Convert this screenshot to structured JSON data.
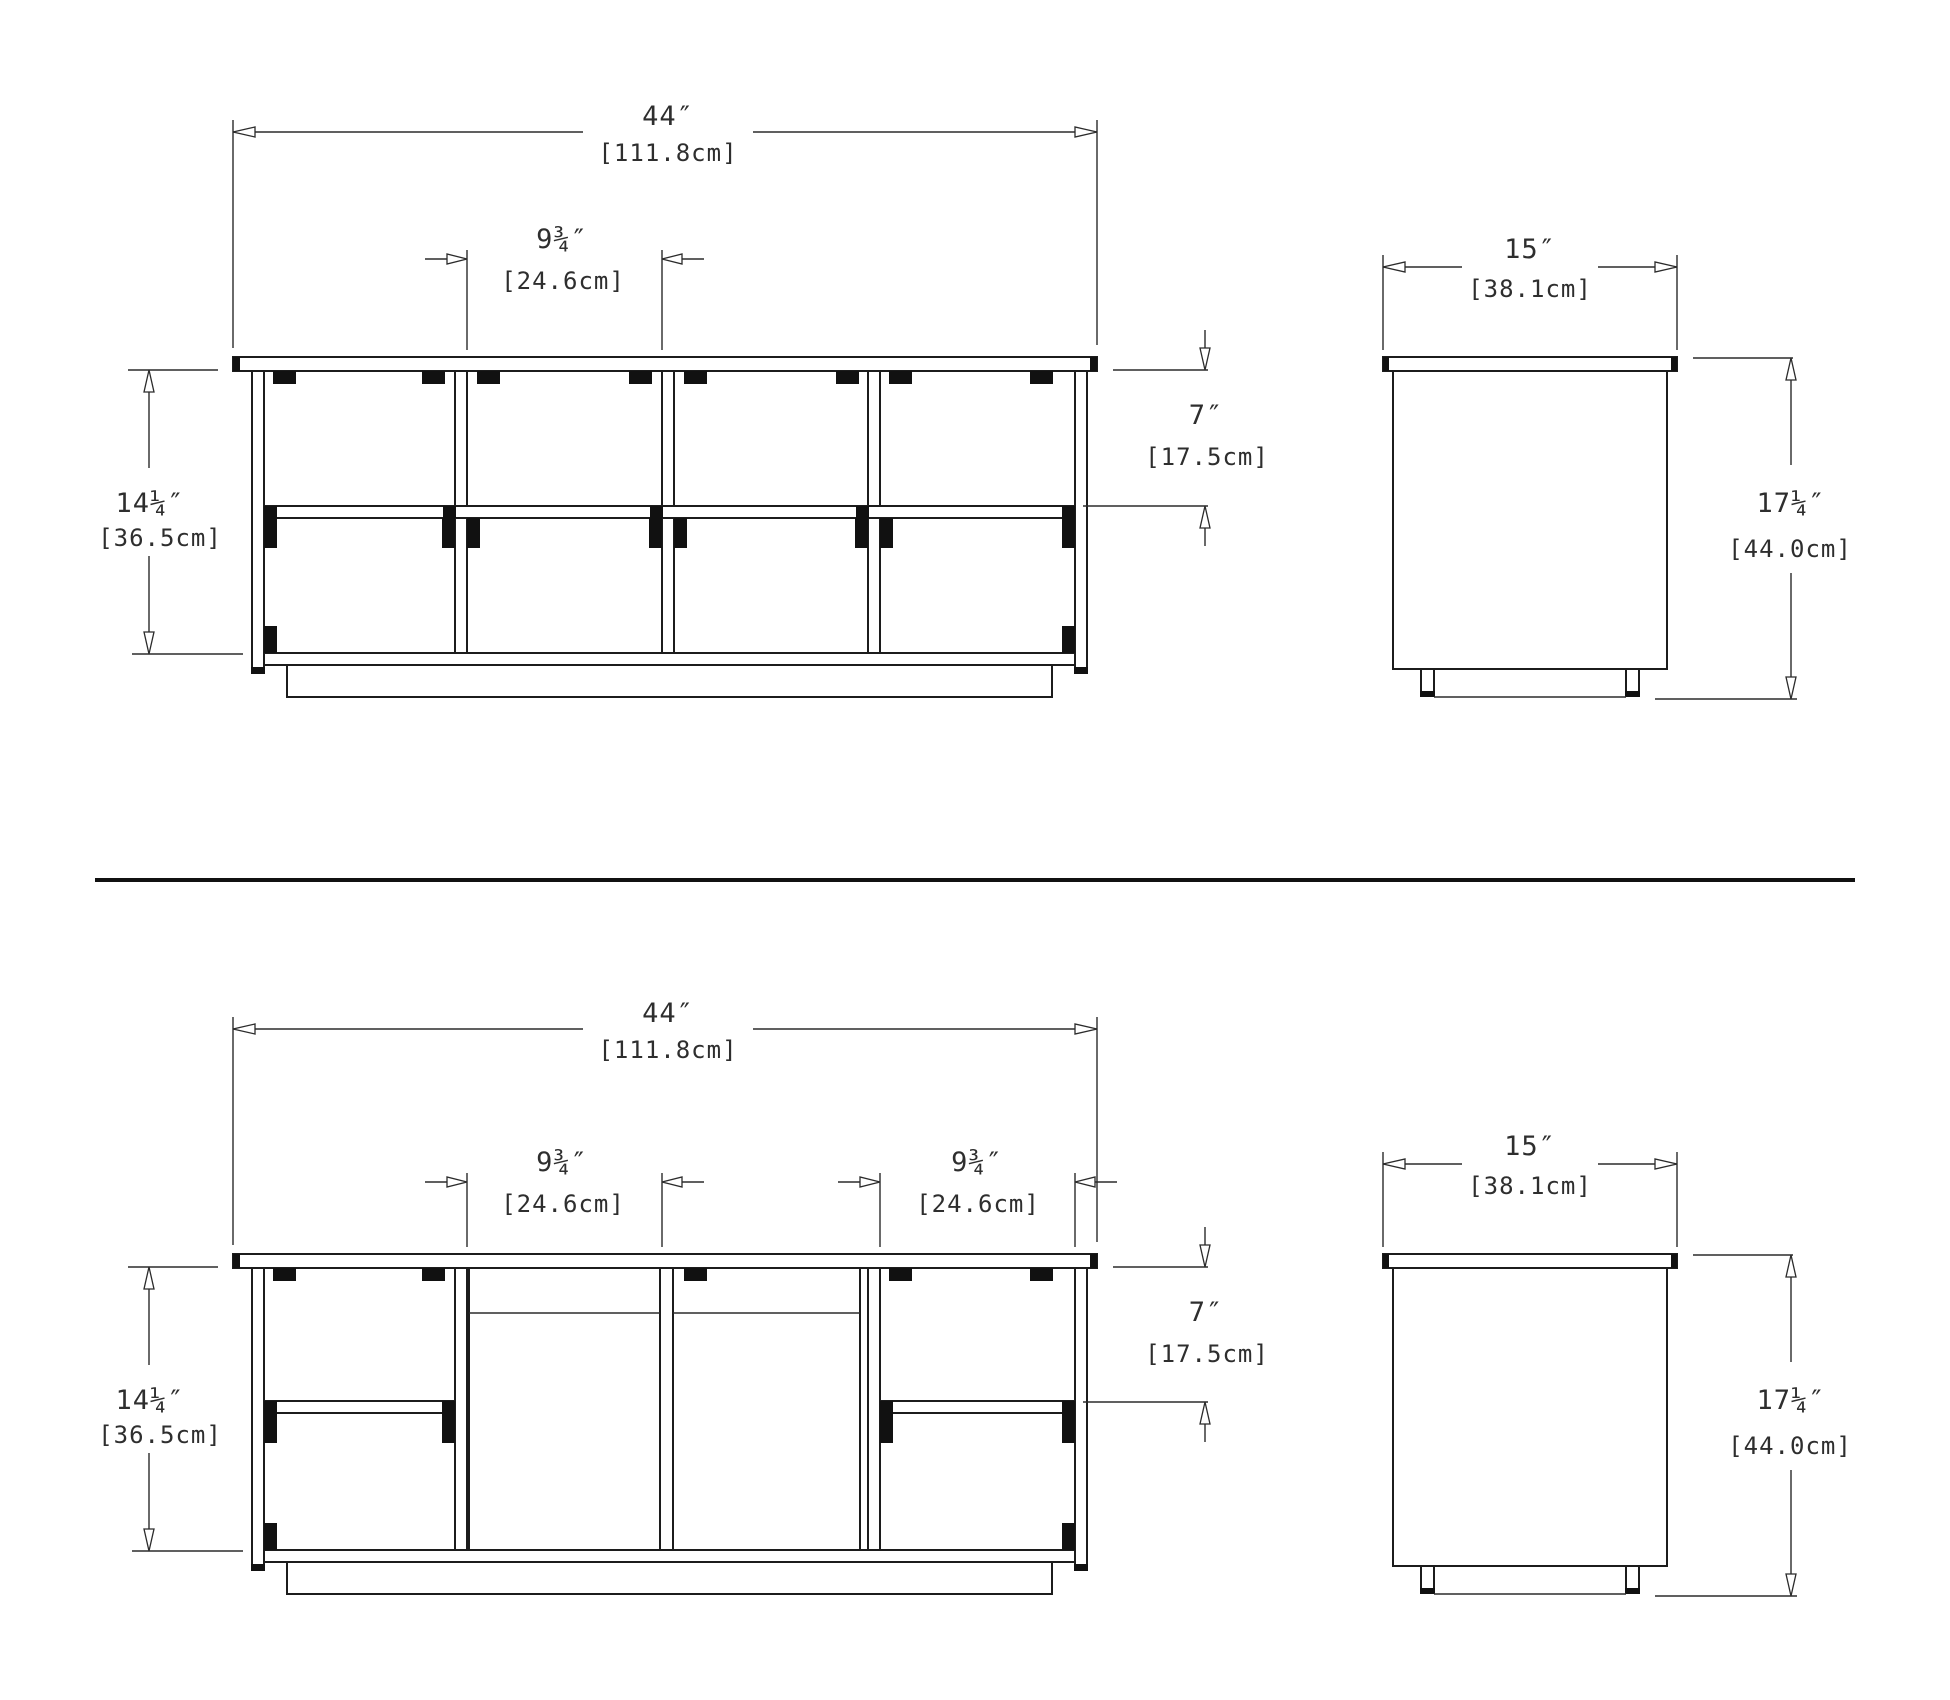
{
  "drawings": [
    {
      "front_view": {
        "overall_width_in": "44″",
        "overall_width_cm": "[111.8cm]",
        "cubby_width_in": "9¾″",
        "cubby_width_cm": "[24.6cm]",
        "carcass_height_in": "14¼″",
        "carcass_height_cm": "[36.5cm]",
        "upper_opening_in": "7″",
        "upper_opening_cm": "[17.5cm]"
      },
      "side_view": {
        "depth_in": "15″",
        "depth_cm": "[38.1cm]",
        "overall_height_in": "17¼″",
        "overall_height_cm": "[44.0cm]"
      }
    },
    {
      "front_view": {
        "overall_width_in": "44″",
        "overall_width_cm": "[111.8cm]",
        "left_opening_in": "9¾″",
        "left_opening_cm": "[24.6cm]",
        "right_opening_in": "9¾″",
        "right_opening_cm": "[24.6cm]",
        "carcass_height_in": "14¼″",
        "carcass_height_cm": "[36.5cm]",
        "upper_opening_in": "7″",
        "upper_opening_cm": "[17.5cm]"
      },
      "side_view": {
        "depth_in": "15″",
        "depth_cm": "[38.1cm]",
        "overall_height_in": "17¼″",
        "overall_height_cm": "[44.0cm]"
      }
    }
  ]
}
